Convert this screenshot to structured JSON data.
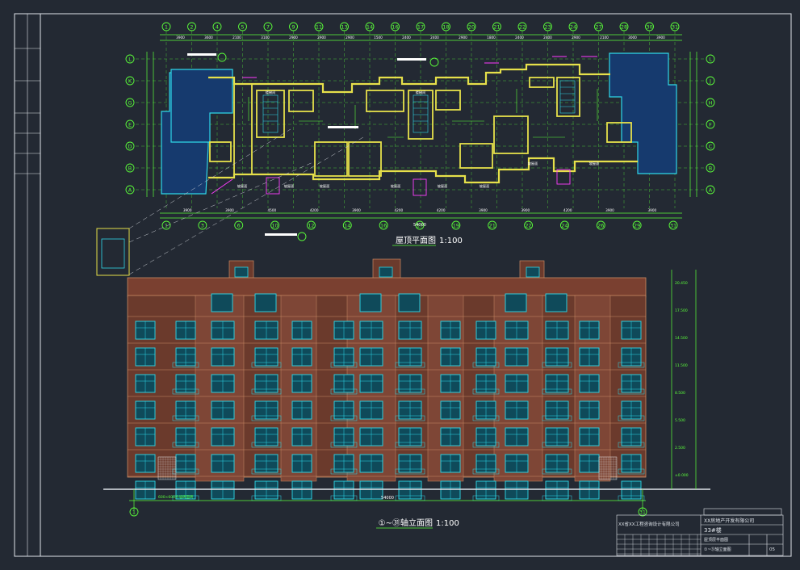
{
  "roof_plan": {
    "title": "屋顶平面图",
    "scale": "1:100",
    "top_axes": [
      "1",
      "2",
      "4",
      "5",
      "7",
      "9",
      "11",
      "13",
      "14",
      "16",
      "17",
      "18",
      "20",
      "21",
      "22",
      "23",
      "24",
      "27",
      "28",
      "30",
      "31"
    ],
    "bottom_axes": [
      "1",
      "3",
      "6",
      "10",
      "12",
      "14",
      "16",
      "17",
      "19",
      "21",
      "22",
      "24",
      "26",
      "29",
      "31"
    ],
    "row_axes_left": [
      "L",
      "K",
      "G",
      "E",
      "D",
      "B",
      "A"
    ],
    "row_axes_right": [
      "L",
      "J",
      "H",
      "F",
      "C",
      "B",
      "A"
    ],
    "top_dims": [
      "3900",
      "3600",
      "2100",
      "3100",
      "2900",
      "2900",
      "2900",
      "1500",
      "2400",
      "2400",
      "2900",
      "1800",
      "2400",
      "2400",
      "2900",
      "2100",
      "3000",
      "3900"
    ],
    "bottom_dims": [
      "3900",
      "3900",
      "4500",
      "4200",
      "3900",
      "4200",
      "4200",
      "3900",
      "3900",
      "4200",
      "3900",
      "3900"
    ],
    "total_width": "54000",
    "room_labels": [
      "楼梯间",
      "楼梯间",
      "坡屋面",
      "坡屋面",
      "坡屋面",
      "坡屋面",
      "坡屋面",
      "坡屋面",
      "坡屋面",
      "坡屋面"
    ]
  },
  "elevation": {
    "title": "①~㉛轴立面图",
    "scale": "1:100",
    "axis_left": "1",
    "axis_right": "31",
    "total_width": "54000",
    "floor_levels": [
      "20.450",
      "17.500",
      "14.500",
      "11.500",
      "8.500",
      "5.500",
      "2.500",
      "±0.000"
    ],
    "note": "600×600外墙砖面砖"
  },
  "title_block": {
    "company": "XX省XX工程咨询设计有限公司",
    "client": "XX房地产开发有限公司",
    "project": "33#楼",
    "drawing_name": "屋顶层平面图",
    "drawing_name2": "①~㉛轴立面图",
    "sheet_no": "05"
  },
  "colors": {
    "background": "#232933",
    "frame": "#dfe4ea",
    "axis": "#5bff3a",
    "wall": "#e6e04a",
    "cyan": "#2fd7e8",
    "magenta": "#ff3cff",
    "brick": "#6b3a2c",
    "roof_blue": "#163a6e"
  }
}
